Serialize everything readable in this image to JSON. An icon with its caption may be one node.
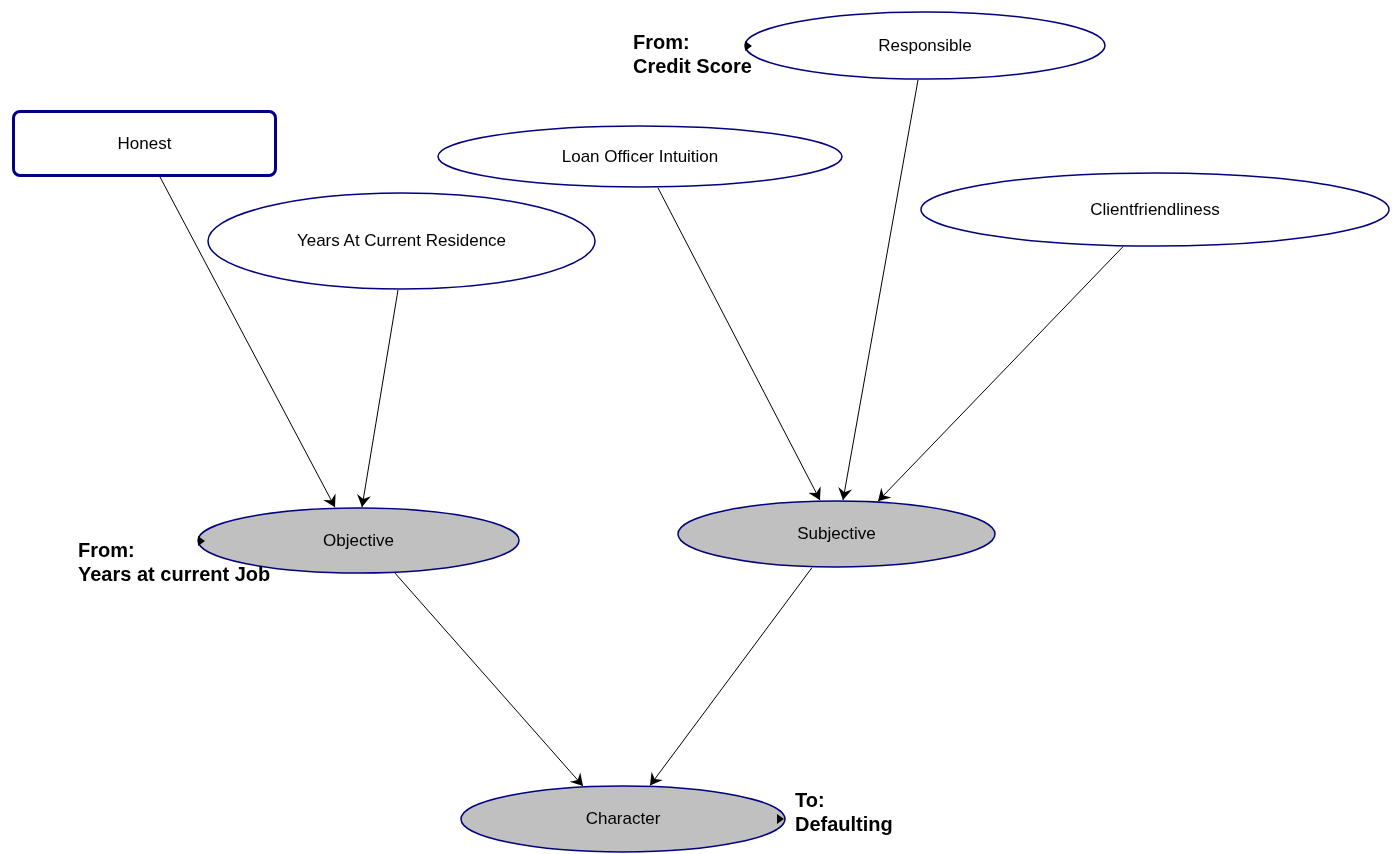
{
  "diagram": {
    "nodes": [
      {
        "text": [
          "Responsible"
        ],
        "beside": [
          "From:",
          "Credit Score"
        ]
      },
      {
        "text": [
          "Honest"
        ]
      },
      {
        "text": [
          "Loan Officer Intuition"
        ]
      },
      {
        "text": [
          "Clientfriendliness"
        ]
      },
      {
        "text": [
          "Years At Current Residence"
        ]
      },
      {
        "text": [
          "Objective"
        ],
        "beside": [
          "From:",
          "Years at current Job"
        ]
      },
      {
        "text": [
          "Subjective"
        ]
      },
      {
        "text": [
          "Character"
        ],
        "beside": [
          "To:",
          "Defaulting"
        ]
      }
    ],
    "edges": [
      {
        "from": 1,
        "to": 5,
        "arrow": "to"
      },
      {
        "from": 4,
        "to": 5,
        "arrow": "to"
      },
      {
        "from": 2,
        "to": 6,
        "arrow": "to"
      },
      {
        "from": 0,
        "to": 6,
        "arrow": "to"
      },
      {
        "from": 3,
        "to": 6,
        "arrow": "to"
      },
      {
        "from": 5,
        "to": 7,
        "arrow": "to"
      },
      {
        "from": 6,
        "to": 7,
        "arrow": "to"
      }
    ]
  }
}
